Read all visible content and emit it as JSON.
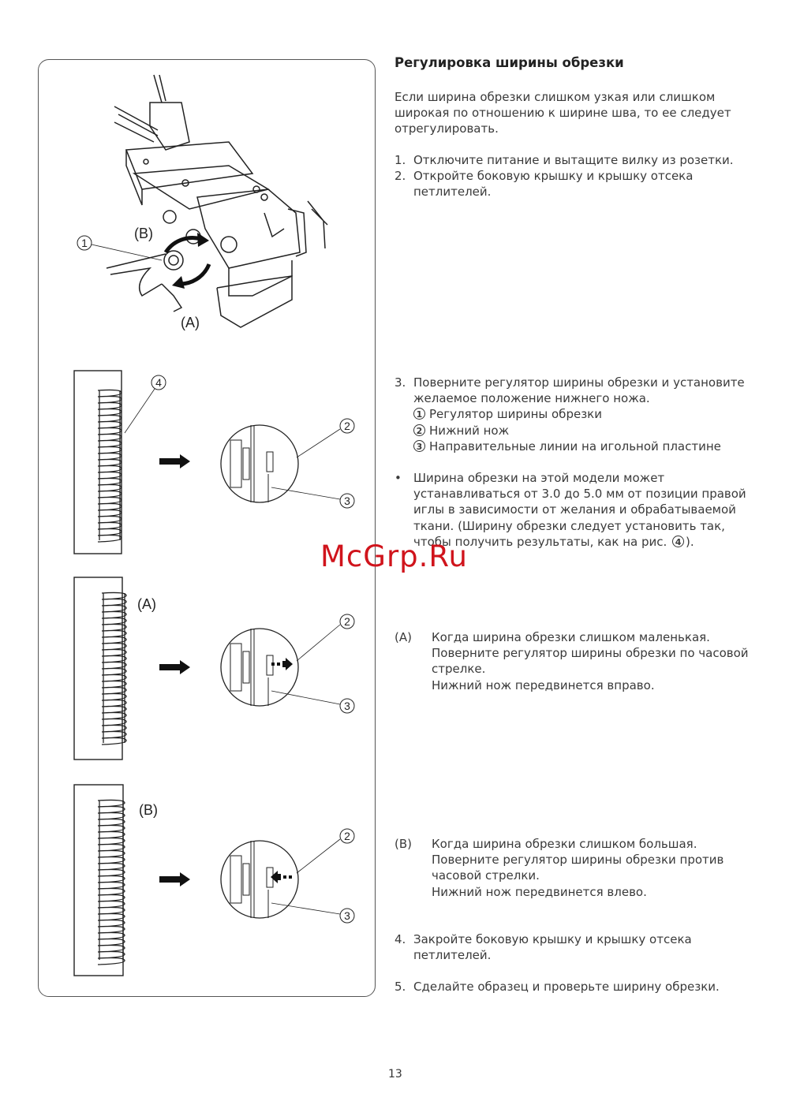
{
  "title": "Регулировка ширины обрезки",
  "intro": [
    "Если ширина обрезки слишком узкая или слишком",
    "широкая по отношению к ширине шва, то ее следует",
    "отрегулировать."
  ],
  "step1": {
    "num": "1.",
    "lines": [
      "Отключите питание и вытащите вилку из розетки."
    ]
  },
  "step2": {
    "num": "2.",
    "lines": [
      "Откройте боковую крышку и крышку отсека",
      "петлителей."
    ]
  },
  "step3": {
    "num": "3.",
    "lines": [
      "Поверните регулятор ширины обрезки и установите",
      "желаемое положение нижнего ножа."
    ],
    "parts": [
      {
        "n": "1",
        "label": "Регулятор ширины обрезки"
      },
      {
        "n": "2",
        "label": "Нижний нож"
      },
      {
        "n": "3",
        "label": "Направительные линии на игольной пластине"
      }
    ]
  },
  "bullet": {
    "mark": "•",
    "lines": [
      "Ширина обрезки на этой модели может",
      "устанавливаться от 3.0 до 5.0 мм от позиции правой",
      "иглы в зависимости от желания и обрабатываемой",
      "ткани. (Ширину обрезки следует установить так,"
    ],
    "last": "чтобы получить результаты, как на рис.",
    "ref": "4",
    "end": ")."
  },
  "caseA": {
    "label": "(A)",
    "lines": [
      "Когда ширина обрезки слишком маленькая.",
      "Поверните регулятор ширины обрезки по часовой",
      "стрелке.",
      "Нижний нож передвинется вправо."
    ]
  },
  "caseB": {
    "label": "(B)",
    "lines": [
      "Когда ширина обрезки слишком большая.",
      "Поверните регулятор ширины обрезки против",
      "часовой стрелки.",
      "Нижний нож передвинется влево."
    ]
  },
  "step4": {
    "num": "4.",
    "lines": [
      "Закройте боковую крышку и крышку отсека",
      "петлителей."
    ]
  },
  "step5": {
    "num": "5.",
    "lines": [
      "Сделайте образец и проверьте ширину обрезки."
    ]
  },
  "figure": {
    "label_a": "(A)",
    "label_b": "(B)",
    "c1": "1",
    "c2": "2",
    "c3": "3",
    "c4": "4"
  },
  "watermark": "McGrp.Ru",
  "page_number": "13"
}
